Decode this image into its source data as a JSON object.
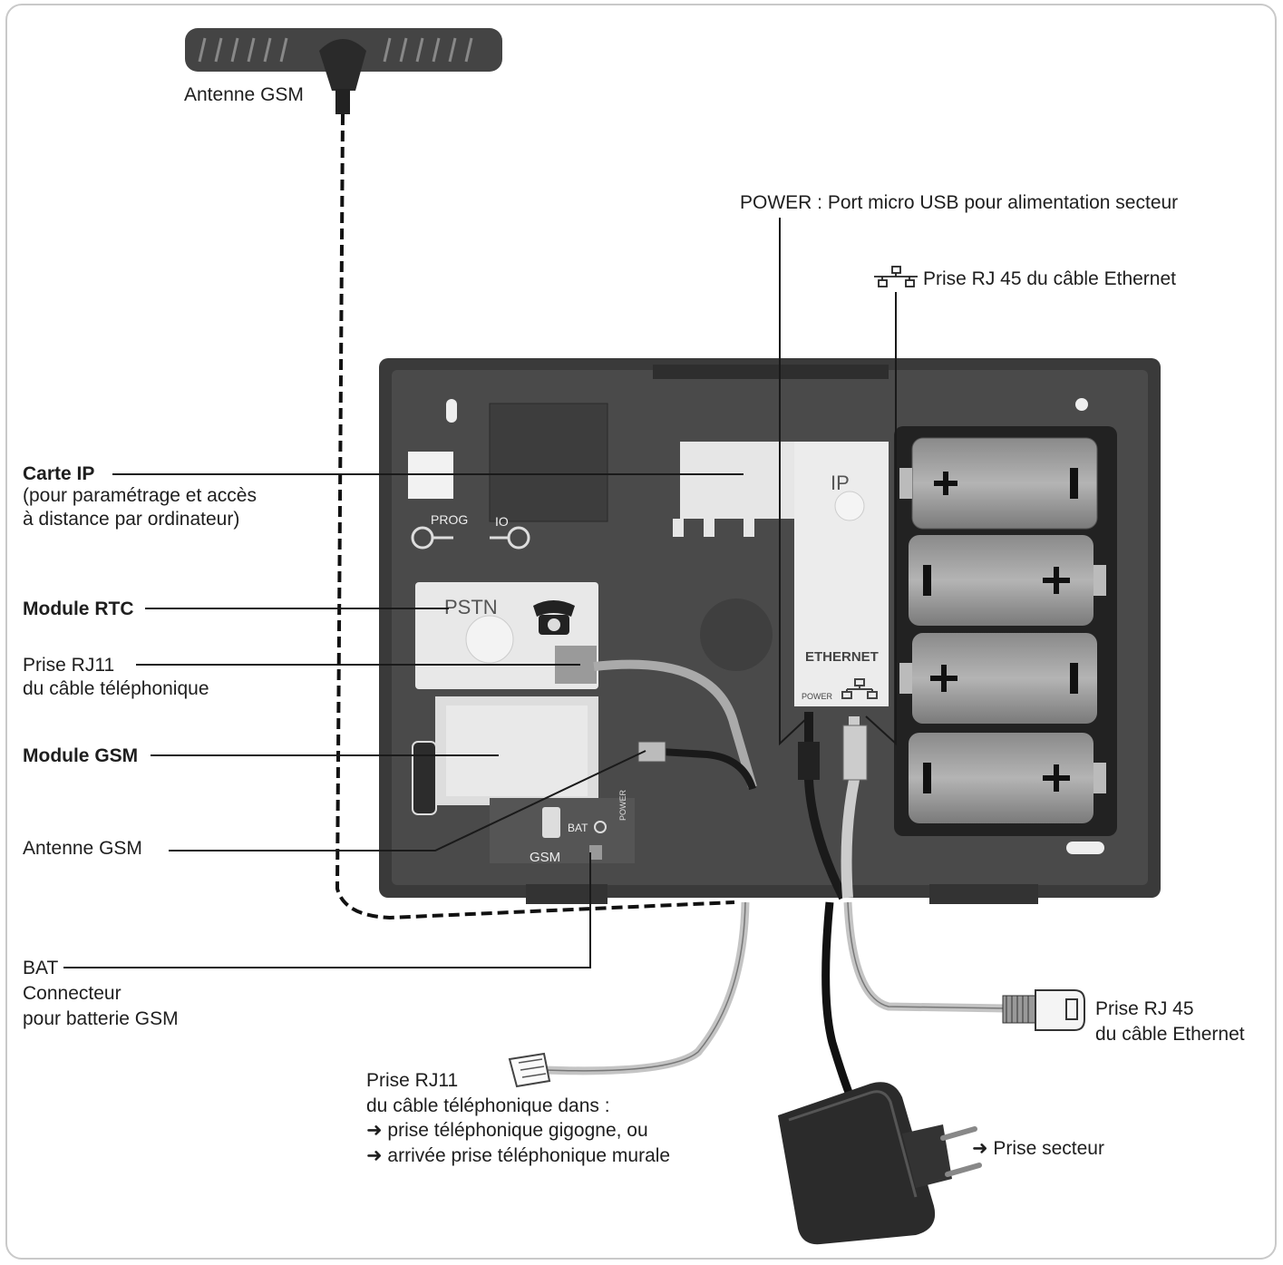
{
  "labels": {
    "antenna_top": "Antenne GSM",
    "power_port": "POWER : Port micro USB pour alimentation secteur",
    "ethernet_jack_top": "Prise RJ 45 du câble Ethernet",
    "ip_card_title": "Carte IP",
    "ip_card_desc_1": "(pour paramétrage et accès",
    "ip_card_desc_2": "à distance par ordinateur)",
    "rtc_module": "Module RTC",
    "rj11_jack_1": "Prise RJ11",
    "rj11_jack_2": "du câble téléphonique",
    "gsm_module": "Module GSM",
    "antenna_gsm_left": "Antenne GSM",
    "bat_1": "BAT",
    "bat_2": "Connecteur",
    "bat_3": "pour batterie GSM",
    "rj11_plug_1": "Prise RJ11",
    "rj11_plug_2": "du câble téléphonique dans :",
    "rj11_plug_3": "➜ prise téléphonique gigogne, ou",
    "rj11_plug_4": "➜ arrivée prise téléphonique murale",
    "rj45_plug_1": "Prise RJ 45",
    "rj45_plug_2": "du câble Ethernet",
    "mains_plug": "➜ Prise secteur"
  },
  "device_text": {
    "prog": "PROG",
    "io": "IO",
    "pstn": "PSTN",
    "ip": "IP",
    "ethernet": "ETHERNET",
    "power_small": "POWER",
    "bat_small": "BAT",
    "gsm_small": "GSM",
    "power_vertical": "POWER"
  },
  "battery_count": 4
}
